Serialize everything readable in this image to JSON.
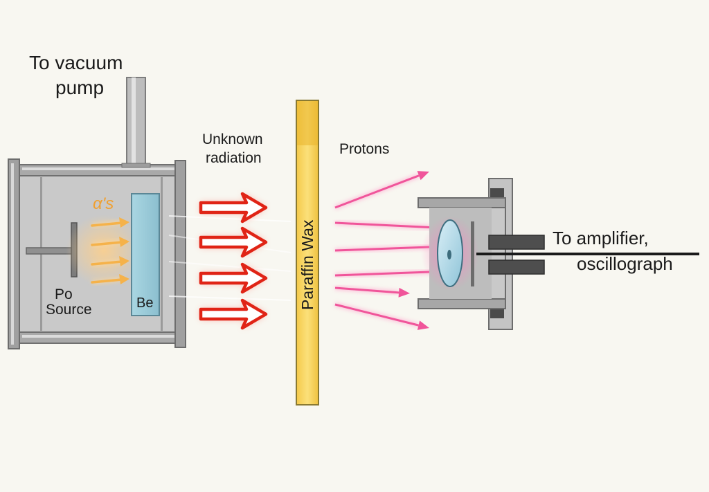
{
  "labels": {
    "vacuum_line1": "To vacuum",
    "vacuum_line2": "pump",
    "alphas": "α's",
    "po_line1": "Po",
    "po_line2": "Source",
    "be": "Be",
    "unknown_line1": "Unknown",
    "unknown_line2": "radiation",
    "paraffin": "Paraffin Wax",
    "protons": "Protons",
    "amp_line1": "To amplifier,",
    "amp_line2": "oscillograph"
  },
  "colors": {
    "background": "#f8f7f1",
    "chamber_wall": "#8a8a8a",
    "chamber_interior": "#c9c9c9",
    "beryllium": "#9ccbd9",
    "alpha_arrows": "#f5b24a",
    "radiation_arrows": "#e02416",
    "paraffin": "#f7d35e",
    "proton_arrows": "#f0559a",
    "detector_dark": "#4a4a4a"
  },
  "icons": {
    "alpha_arrow": "orange-arrow-icon",
    "radiation_arrow": "red-outlined-arrow-icon",
    "proton_arrow": "pink-arrow-icon"
  }
}
